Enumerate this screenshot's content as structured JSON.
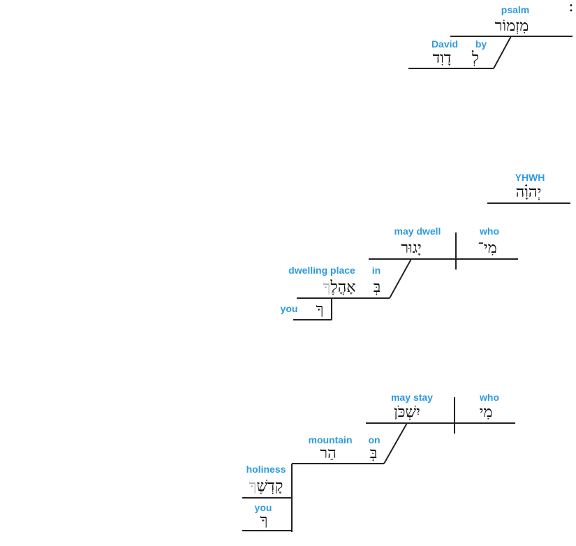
{
  "corner_mark": ":",
  "clauses": [
    {
      "id": "title",
      "words": [
        {
          "gloss": "psalm",
          "hebrew": "מִזְמוֹר"
        },
        {
          "gloss": "David",
          "hebrew": "דָוִד"
        },
        {
          "gloss": "by",
          "hebrew": "לְ"
        }
      ]
    },
    {
      "id": "vocative",
      "words": [
        {
          "gloss": "YHWH",
          "hebrew": "יְהוָ֗ה"
        }
      ]
    },
    {
      "id": "q1",
      "words": [
        {
          "gloss": "may dwell",
          "hebrew": "יָגוּר"
        },
        {
          "gloss": "who",
          "hebrew": "מִי־"
        },
        {
          "gloss": "dwelling place",
          "hebrew_main": "אָהֳלֶ",
          "hebrew_ghost": "ךָ"
        },
        {
          "gloss": "in",
          "hebrew": "בְּ"
        },
        {
          "gloss": "you",
          "hebrew": "ךָ"
        }
      ]
    },
    {
      "id": "q2",
      "words": [
        {
          "gloss": "may stay",
          "hebrew": "יִשְׁכֹּן"
        },
        {
          "gloss": "who",
          "hebrew": "מִי"
        },
        {
          "gloss": "mountain",
          "hebrew": "הַר"
        },
        {
          "gloss": "on",
          "hebrew": "בְּ"
        },
        {
          "gloss": "holiness",
          "hebrew_main": "קָדְשֶׁ",
          "hebrew_ghost": "ךָ"
        },
        {
          "gloss": "you",
          "hebrew": "ךָ"
        }
      ]
    }
  ]
}
